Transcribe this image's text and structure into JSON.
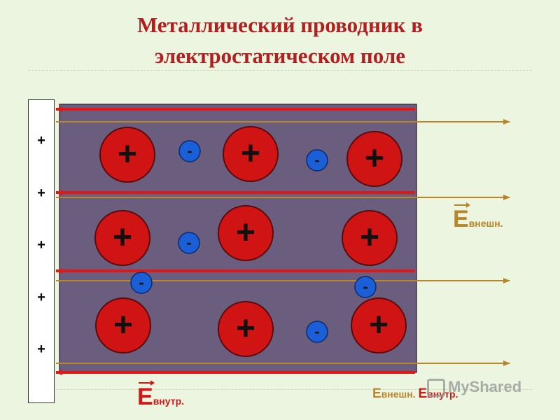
{
  "slide": {
    "title_line1": "Металлический проводник в",
    "title_line2": "электростатическом поле"
  },
  "plate": {
    "signs": [
      "+",
      "+",
      "+",
      "+",
      "+"
    ]
  },
  "field_labels": {
    "external_symbol": "E",
    "external_sub": "внешн.",
    "internal_symbol": "E",
    "internal_sub": "внутр."
  },
  "bottom_formula": {
    "ext_symbol": "E",
    "ext_sub": "внешн.",
    "int_symbol": "E",
    "int_sub": "внутр."
  },
  "ions": {
    "label": "+"
  },
  "electrons": {
    "label": "-"
  },
  "watermark": "MyShared",
  "colors": {
    "background": "#ebf5e0",
    "title": "#b02020",
    "conductor": "#6b5d7e",
    "ion_fill": "#d01414",
    "electron_fill": "#1a5ed8",
    "external_field": "#b8862a",
    "internal_field": "#e01818"
  }
}
